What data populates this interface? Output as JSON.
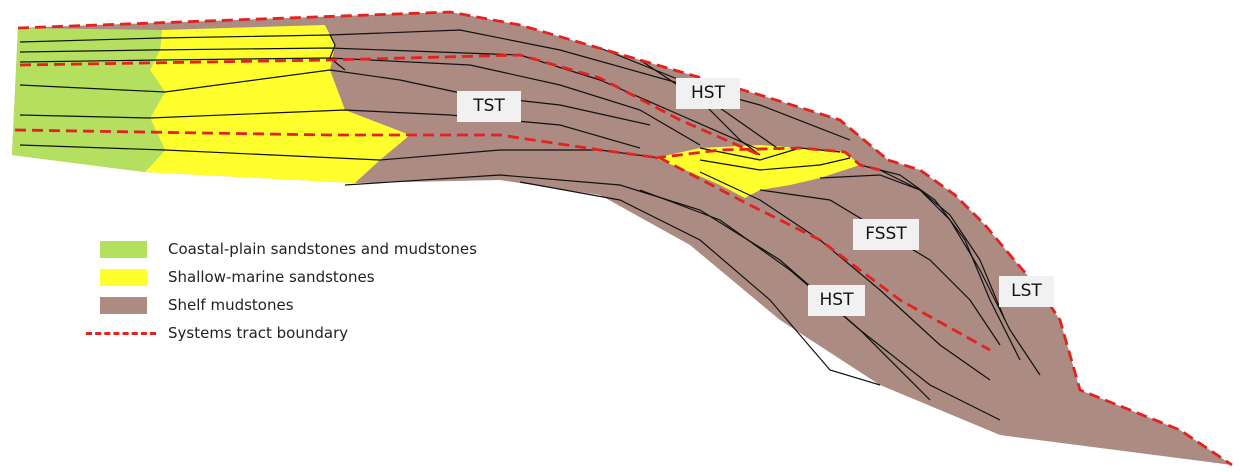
{
  "colors": {
    "coastal_plain": "#b5df5e",
    "shallow_marine": "#ffff2d",
    "shelf_mudstone": "#ab8b82",
    "boundary": "#e32222",
    "layer_line": "#111111"
  },
  "tract_labels": {
    "tst_upper": "TST",
    "hst_upper": "HST",
    "fsst": "FSST",
    "hst_lower": "HST",
    "lst": "LST"
  },
  "legend": {
    "coastal_plain": "Coastal-plain sandstones and mudstones",
    "shallow_marine": "Shallow-marine sandstones",
    "shelf_mudstone": "Shelf mudstones",
    "boundary": "Systems tract boundary"
  }
}
